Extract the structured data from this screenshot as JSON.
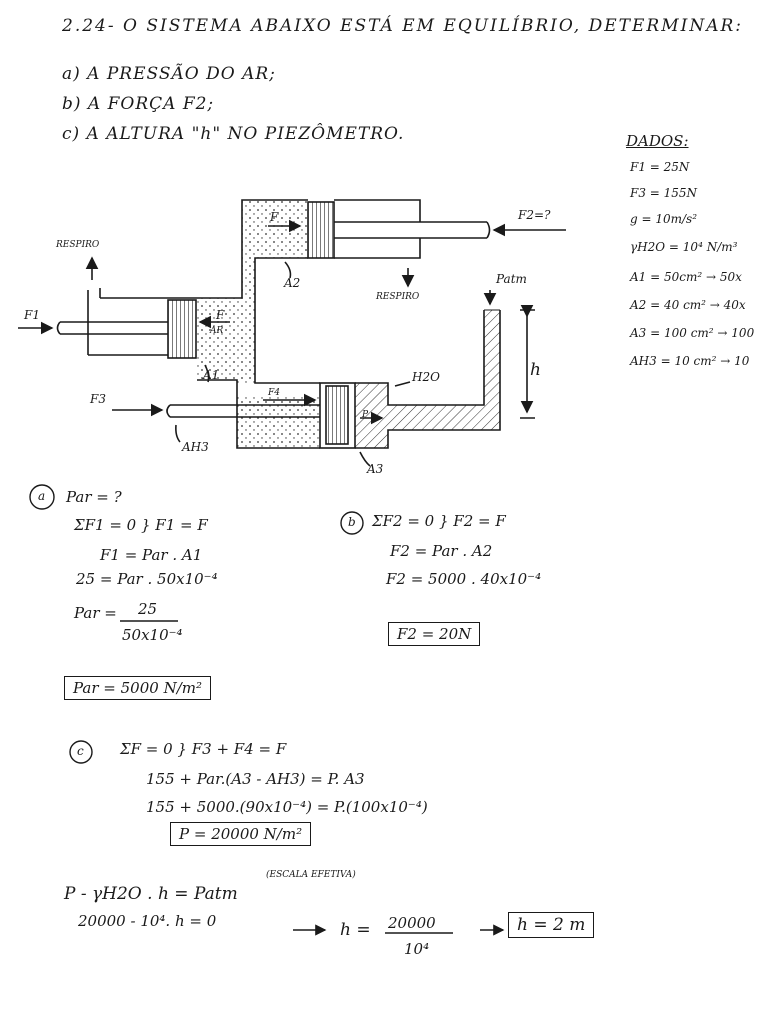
{
  "header": {
    "title": "2.24- O SISTEMA ABAIXO ESTÁ EM EQUILÍBRIO, DETERMINAR:",
    "items": [
      "a) A PRESSÃO DO AR;",
      "b) A FORÇA F2;",
      "c) A ALTURA \"h\" NO PIEZÔMETRO."
    ]
  },
  "given": {
    "heading": "DADOS:",
    "lines": [
      "F1 = 25N",
      "F3 = 155N",
      "g = 10m/s²",
      "γH2O = 10⁴ N/m³",
      "A1 = 50cm² → 50x",
      "A2 = 40 cm² → 40x",
      "A3 = 100 cm² → 100",
      "AH3 = 10 cm² → 10"
    ]
  },
  "diagram": {
    "labels": {
      "respiro_left": "RESPIRO",
      "respiro_right": "RESPIRO",
      "f1": "F1",
      "f": "F",
      "f_ar": "F",
      "ar": "AR",
      "a1": "A1",
      "a2": "A2",
      "f2": "F2=?",
      "patm": "Patm",
      "h": "h",
      "h2o": "H2O",
      "f3": "F3",
      "f4": "F4",
      "p": "P",
      "a3": "A3",
      "ah3": "AH3"
    }
  },
  "part_a": {
    "tag": "a",
    "lines": [
      "Par = ?",
      "ΣF1 = 0 } F1 = F",
      "F1 = Par . A1",
      "25 = Par . 50x10⁻⁴",
      "Par = 25 / 50x10⁻⁴"
    ],
    "numerator": "25",
    "denominator": "50x10⁻⁴",
    "result": "Par = 5000 N/m²"
  },
  "part_b": {
    "tag": "b",
    "lines": [
      "ΣF2 = 0 } F2 = F",
      "F2 = Par . A2",
      "F2 = 5000 . 40x10⁻⁴"
    ],
    "result": "F2 = 20N"
  },
  "part_c": {
    "tag": "c",
    "lines": [
      "ΣF = 0 } F3 + F4 = F",
      "155 + Par.(A3 - AH3) = P. A3",
      "155 + 5000.(90x10⁻⁴) = P.(100x10⁻⁴)"
    ],
    "result": "P = 20000 N/m²",
    "note": "(ESCALA EFETIVA)",
    "eq1": "P - γH2O . h = Patm",
    "eq2": "20000 - 10⁴. h = 0",
    "arrow": "→",
    "h_lhs": "h =",
    "h_num": "20000",
    "h_den": "10⁴",
    "final": "h = 2 m"
  }
}
